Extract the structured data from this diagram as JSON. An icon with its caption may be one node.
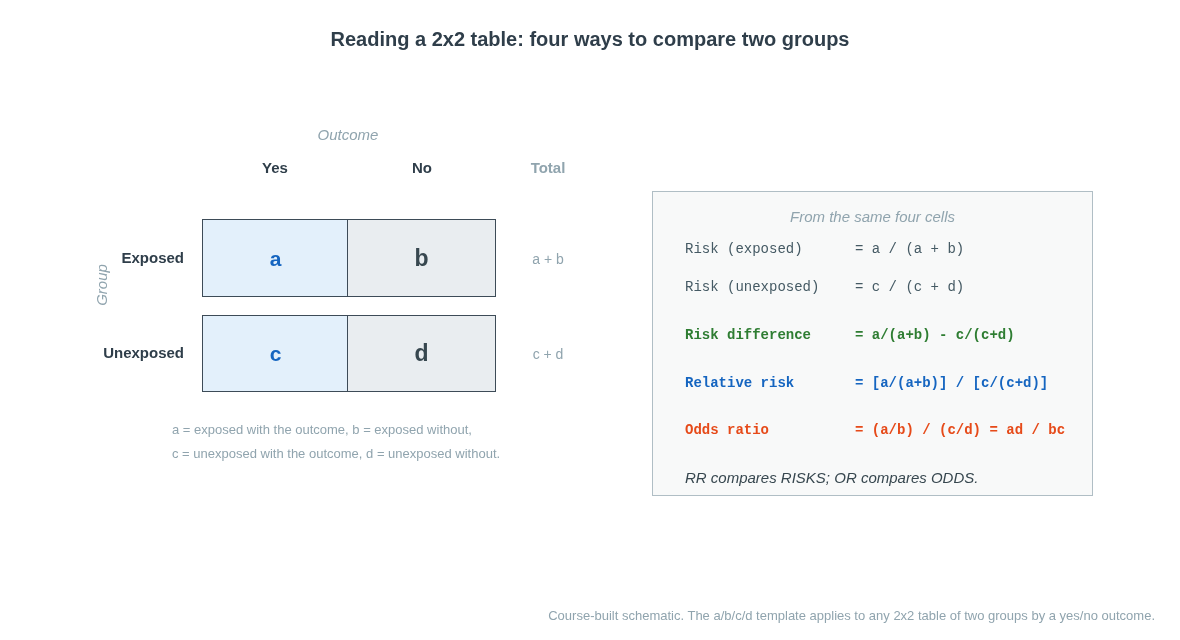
{
  "diagram": {
    "title": "Reading a 2x2 table: four ways to compare two groups",
    "caption": "Course-built schematic. The a/b/c/d template applies to any 2x2 table of two groups by a yes/no outcome.",
    "nodes": [
      {
        "text": [
          "a"
        ]
      },
      {
        "text": [
          "b"
        ]
      },
      {
        "text": [
          "c"
        ]
      },
      {
        "text": [
          "d"
        ]
      },
      {
        "text": [
          "From the same four cells",
          "Risk (exposed) = a / (a + b)",
          "Risk (unexposed) = c / (c + d)",
          "Risk difference = a/(a+b) - c/(c+d)",
          "Relative risk = [a/(a+b)] / [c/(c+d)]",
          "Odds ratio = (a/b) / (c/d) = ad / bc",
          "RR compares RISKS; OR compares ODDS."
        ]
      }
    ],
    "edges": [],
    "labels": [
      "Outcome",
      "Yes",
      "No",
      "Total",
      "Group",
      "Exposed",
      "a + b",
      "Unexposed",
      "c + d",
      "a = exposed with the outcome, b = exposed without,",
      "c = unexposed with the outcome, d = unexposed without."
    ]
  }
}
